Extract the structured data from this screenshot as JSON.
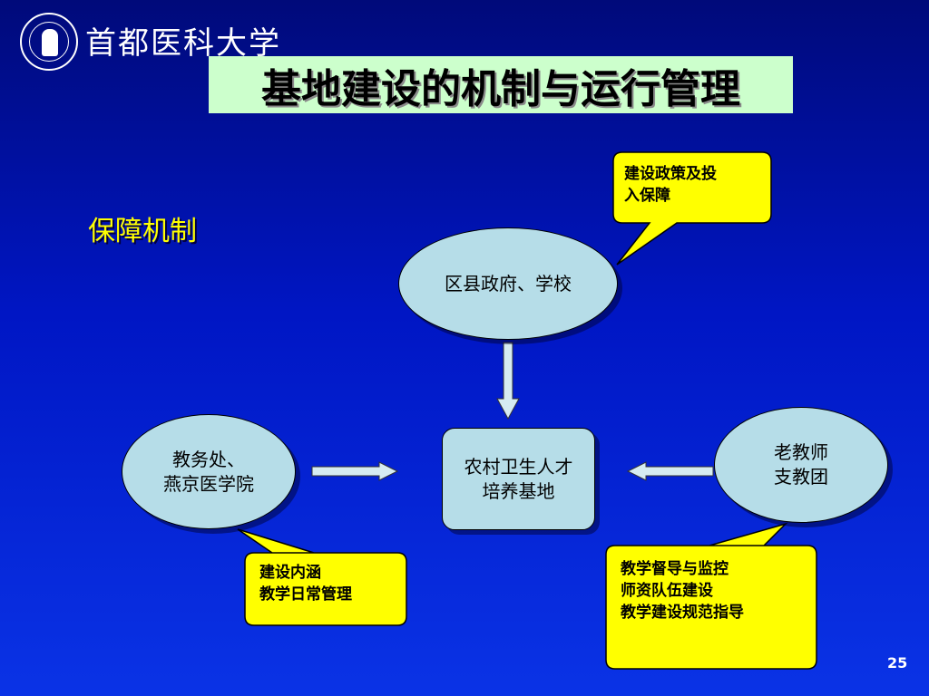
{
  "header": {
    "university_name": "首都医科大学"
  },
  "slide": {
    "title": "基地建设的机制与运行管理",
    "section_label": "保障机制",
    "page_number": "25"
  },
  "diagram": {
    "nodes": {
      "government": {
        "lines": [
          "区县政府、学校"
        ]
      },
      "base": {
        "lines": [
          "农村卫生人才",
          "培养基地"
        ]
      },
      "academic": {
        "lines": [
          "教务处、",
          "燕京医学院"
        ]
      },
      "teachers": {
        "lines": [
          "老教师",
          "支教团"
        ]
      }
    },
    "callouts": {
      "policy": {
        "lines": [
          "建设政策及投",
          "入保障"
        ]
      },
      "content": {
        "lines": [
          "建设内涵",
          "教学日常管理"
        ]
      },
      "supervision": {
        "lines": [
          "教学督导与监控",
          "师资队伍建设",
          "教学建设规范指导"
        ]
      }
    }
  },
  "colors": {
    "background_top": "#000a7a",
    "background_bottom": "#0a33e6",
    "title_box": "#ccffcc",
    "section_label": "#ffff00",
    "node_fill": "#b6dde8",
    "callout_fill": "#ffff00",
    "arrow_fill": "#d6ecf2"
  }
}
